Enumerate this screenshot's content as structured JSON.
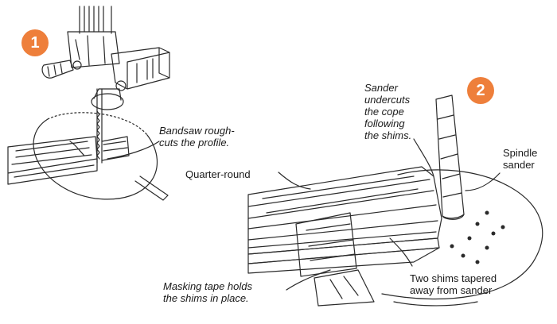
{
  "steps": [
    {
      "number": "1"
    },
    {
      "number": "2"
    }
  ],
  "labels": {
    "bandsaw": "Bandsaw rough-\ncuts the profile.",
    "sander_undercuts": "Sander\nundercuts\nthe cope\nfollowing\nthe shims.",
    "spindle_sander": "Spindle\nsander",
    "quarter_round": "Quarter-round",
    "two_shims": "Two shims tapered\naway from sander",
    "masking_tape": "Masking tape holds\nthe shims in place."
  },
  "colors": {
    "badge": "#ee7f3b",
    "ink": "#2a2a2a",
    "paper": "#ffffff"
  },
  "icons": {
    "step_marker": "numbered-circle"
  }
}
